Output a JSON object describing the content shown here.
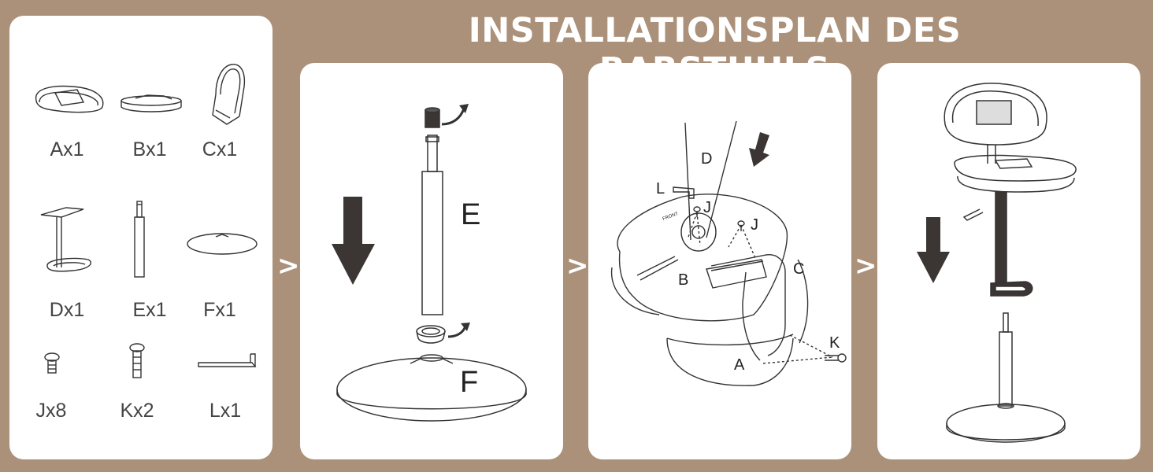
{
  "title": "INSTALLATIONSPLAN DES BARSTUHLS",
  "separator": ">",
  "parts": [
    {
      "label": "Ax1",
      "icon": "seat-cushion-icon"
    },
    {
      "label": "Bx1",
      "icon": "seat-base-plate-icon"
    },
    {
      "label": "Cx1",
      "icon": "backrest-frame-icon"
    },
    {
      "label": "Dx1",
      "icon": "footrest-column-icon"
    },
    {
      "label": "Ex1",
      "icon": "gas-cylinder-icon"
    },
    {
      "label": "Fx1",
      "icon": "base-disc-icon"
    },
    {
      "label": "Jx8",
      "icon": "short-screw-icon"
    },
    {
      "label": "Kx2",
      "icon": "long-screw-icon"
    },
    {
      "label": "Lx1",
      "icon": "allen-key-icon"
    }
  ],
  "step1": {
    "labels": {
      "E": "E",
      "F": "F"
    }
  },
  "step2": {
    "labels": {
      "D": "D",
      "L": "L",
      "J1": "J",
      "J2": "J",
      "B": "B",
      "C": "C",
      "K": "K",
      "A": "A",
      "front": "FRONT"
    }
  }
}
